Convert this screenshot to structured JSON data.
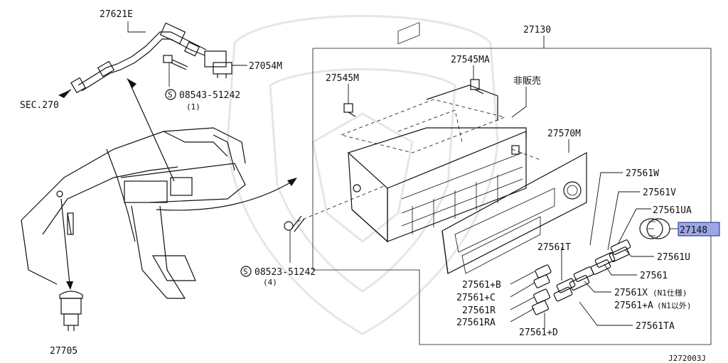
{
  "callouts": {
    "p27621E": "27621E",
    "p27054M": "27054M",
    "sec270": "SEC.270",
    "s1_code": "08543-51242",
    "s1_qty": "(1)",
    "s_mark": "S",
    "p27130": "27130",
    "p27545M": "27545M",
    "p27545MA": "27545MA",
    "hihanbai": "非販売",
    "p27570M": "27570M",
    "p27561W": "27561W",
    "p27561V": "27561V",
    "p27561UA": "27561UA",
    "p27148": "27148",
    "p27561U": "27561U",
    "p27561T": "27561T",
    "p27561": "27561",
    "p27561X": "27561X",
    "p27561X_note": "(N1仕様)",
    "p27561A": "27561+A",
    "p27561A_note": "(N1以外)",
    "p27561B": "27561+B",
    "p27561C": "27561+C",
    "p27561R": "27561R",
    "p27561RA": "27561RA",
    "p27561D": "27561+D",
    "p27561TA": "27561TA",
    "s2_code": "08523-51242",
    "s2_qty": "(4)",
    "p27705": "27705",
    "figure_id": "J272003J"
  },
  "highlight_color": "#9aa6e6"
}
